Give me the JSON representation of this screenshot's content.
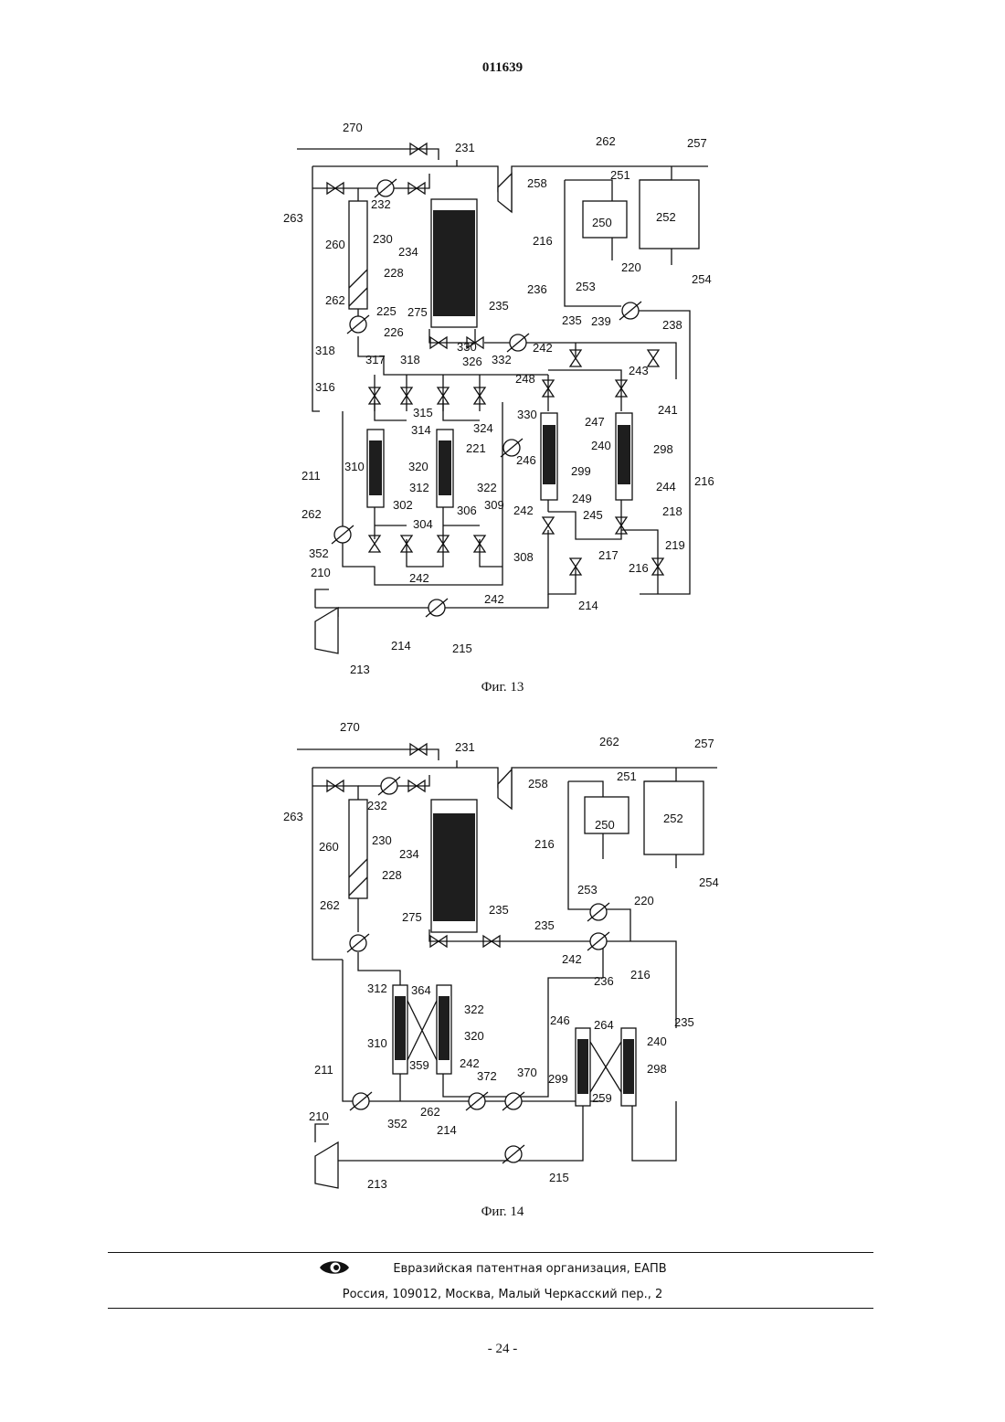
{
  "header": {
    "patent_number": "011639"
  },
  "figure13": {
    "caption": "Фиг. 13",
    "labels": [
      "270",
      "231",
      "262",
      "257",
      "258",
      "251",
      "263",
      "232",
      "260",
      "250",
      "252",
      "230",
      "234",
      "216",
      "228",
      "220",
      "254",
      "253",
      "262",
      "225",
      "275",
      "235",
      "236",
      "226",
      "235",
      "239",
      "238",
      "318",
      "330",
      "242",
      "317",
      "318",
      "326",
      "332",
      "248",
      "243",
      "316",
      "315",
      "330",
      "247",
      "241",
      "314",
      "324",
      "221",
      "246",
      "240",
      "298",
      "211",
      "310",
      "312",
      "320",
      "322",
      "299",
      "216",
      "262",
      "302",
      "306",
      "309",
      "249",
      "244",
      "304",
      "242",
      "245",
      "218",
      "352",
      "308",
      "217",
      "219",
      "210",
      "242",
      "216",
      "242",
      "214",
      "214",
      "215",
      "213"
    ]
  },
  "figure14": {
    "caption": "Фиг. 14",
    "labels": [
      "270",
      "231",
      "262",
      "257",
      "258",
      "251",
      "263",
      "232",
      "250",
      "252",
      "260",
      "230",
      "216",
      "234",
      "228",
      "253",
      "254",
      "262",
      "220",
      "275",
      "235",
      "235",
      "242",
      "236",
      "216",
      "312",
      "364",
      "322",
      "246",
      "264",
      "235",
      "240",
      "310",
      "320",
      "359",
      "242",
      "298",
      "211",
      "372",
      "370",
      "299",
      "259",
      "210",
      "352",
      "262",
      "214",
      "215",
      "213"
    ]
  },
  "footer": {
    "organization": "Евразийская патентная организация, ЕАПВ",
    "address": "Россия, 109012, Москва, Малый Черкасский пер., 2"
  },
  "page": {
    "number": "- 24 -"
  }
}
